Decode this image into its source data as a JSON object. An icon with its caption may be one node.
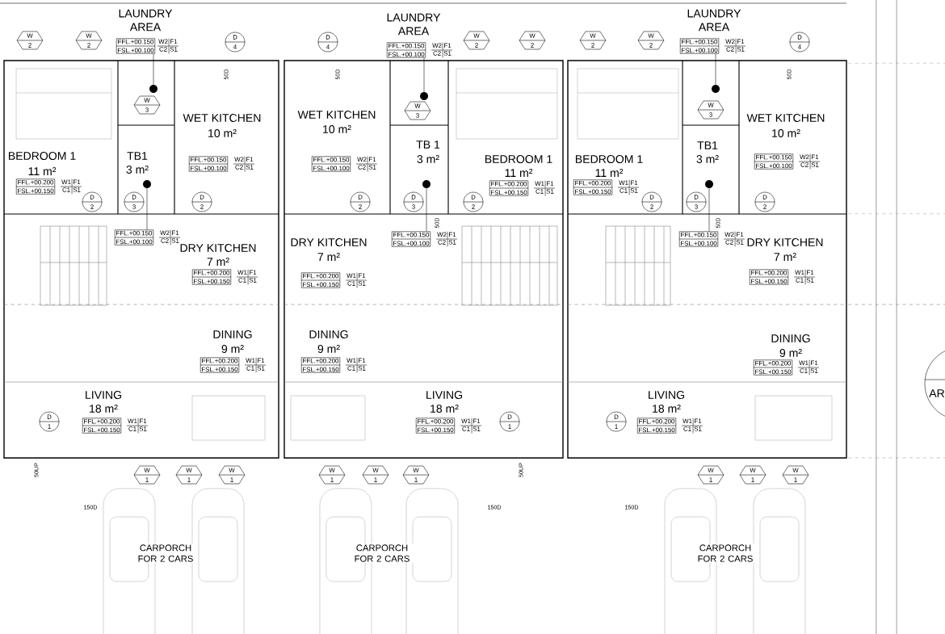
{
  "diagram": {
    "nodes": [
      {
        "text": [
          "W",
          "2"
        ]
      },
      {
        "text": [
          "W",
          "2"
        ]
      },
      {
        "text": [
          "FFL.+00.150",
          "FSL.+00.100"
        ],
        "beside": [
          "W2",
          "F1",
          "C2",
          "S1"
        ]
      },
      {
        "text": [
          "D",
          "4"
        ]
      },
      {
        "text": [],
        "shape": "circle"
      },
      {
        "text": [
          "W",
          "3"
        ]
      },
      {
        "text": [
          "FFL.+00.150",
          "FSL.+00.100"
        ],
        "beside": [
          "W2",
          "F1",
          "C2",
          "S1"
        ]
      },
      {
        "text": [
          "FFL.+00.200",
          "FSL.+00.150"
        ],
        "beside": [
          "W1",
          "F1",
          "C1",
          "S1"
        ]
      },
      {
        "text": [],
        "shape": "circle"
      },
      {
        "text": [
          "D",
          "2"
        ]
      },
      {
        "text": [
          "D",
          "3"
        ]
      },
      {
        "text": [
          "D",
          "2"
        ]
      },
      {
        "text": [
          "FFL.+00.150",
          "FSL.+00.100"
        ],
        "beside": [
          "W2",
          "F1",
          "C2",
          "S1"
        ]
      },
      {
        "text": [
          "FFL.+00.200",
          "FSL.+00.150"
        ],
        "beside": [
          "W1",
          "F1",
          "C1",
          "S1"
        ]
      },
      {
        "text": [
          "FFL.+00.200",
          "FSL.+00.150"
        ],
        "beside": [
          "W1",
          "F1",
          "C1",
          "S1"
        ]
      },
      {
        "text": [
          "FFL.+00.200",
          "FSL.+00.150"
        ],
        "beside": [
          "W1",
          "F1",
          "C1",
          "S1"
        ]
      },
      {
        "text": [
          "D",
          "1"
        ]
      },
      {
        "text": [
          "W",
          "1"
        ]
      },
      {
        "text": [
          "W",
          "1"
        ]
      },
      {
        "text": [
          "W",
          "1"
        ]
      },
      {
        "text": [
          "W",
          "2"
        ]
      },
      {
        "text": [
          "W",
          "2"
        ]
      },
      {
        "text": [
          "FFL.+00.150",
          "FSL.+00.100"
        ],
        "beside": [
          "W2",
          "F1",
          "C2",
          "S1"
        ]
      },
      {
        "text": [
          "D",
          "4"
        ]
      },
      {
        "text": [],
        "shape": "circle"
      },
      {
        "text": [
          "W",
          "3"
        ]
      },
      {
        "text": [
          "FFL.+00.150",
          "FSL.+00.100"
        ],
        "beside": [
          "W2",
          "F1",
          "C2",
          "S1"
        ]
      },
      {
        "text": [
          "FFL.+00.200",
          "FSL.+00.150"
        ],
        "beside": [
          "W1",
          "F1",
          "C1",
          "S1"
        ]
      },
      {
        "text": [],
        "shape": "circle"
      },
      {
        "text": [
          "D",
          "2"
        ]
      },
      {
        "text": [
          "D",
          "3"
        ]
      },
      {
        "text": [
          "D",
          "2"
        ]
      },
      {
        "text": [
          "FFL.+00.150",
          "FSL.+00.100"
        ],
        "beside": [
          "W2",
          "F1",
          "C2",
          "S1"
        ]
      },
      {
        "text": [
          "FFL.+00.200",
          "FSL.+00.150"
        ],
        "beside": [
          "W1",
          "F1",
          "C1",
          "S1"
        ]
      },
      {
        "text": [
          "FFL.+00.200",
          "FSL.+00.150"
        ],
        "beside": [
          "W1",
          "F1",
          "C1",
          "S1"
        ]
      },
      {
        "text": [
          "FFL.+00.200",
          "FSL.+00.150"
        ],
        "beside": [
          "W1",
          "F1",
          "C1",
          "S1"
        ]
      },
      {
        "text": [
          "D",
          "1"
        ]
      },
      {
        "text": [
          "W",
          "1"
        ]
      },
      {
        "text": [
          "W",
          "1"
        ]
      },
      {
        "text": [
          "W",
          "1"
        ]
      },
      {
        "text": [
          "W",
          "2"
        ]
      },
      {
        "text": [
          "W",
          "2"
        ]
      },
      {
        "text": [
          "FFL.+00.150",
          "FSL.+00.100"
        ],
        "beside": [
          "W2",
          "F1",
          "C2",
          "S1"
        ]
      },
      {
        "text": [
          "D",
          "4"
        ]
      },
      {
        "text": [],
        "shape": "circle"
      },
      {
        "text": [
          "W",
          "3"
        ]
      },
      {
        "text": [
          "FFL.+00.150",
          "FSL.+00.100"
        ],
        "beside": [
          "W2",
          "F1",
          "C2",
          "S1"
        ]
      },
      {
        "text": [
          "FFL.+00.200",
          "FSL.+00.150"
        ],
        "beside": [
          "W1",
          "F1",
          "C1",
          "S1"
        ]
      },
      {
        "text": [],
        "shape": "circle"
      },
      {
        "text": [
          "D",
          "2"
        ]
      },
      {
        "text": [
          "D",
          "3"
        ]
      },
      {
        "text": [
          "D",
          "2"
        ]
      },
      {
        "text": [
          "FFL.+00.150",
          "FSL.+00.100"
        ],
        "beside": [
          "W2",
          "F1",
          "C2",
          "S1"
        ]
      },
      {
        "text": [
          "FFL.+00.200",
          "FSL.+00.150"
        ],
        "beside": [
          "W1",
          "F1",
          "C1",
          "S1"
        ]
      },
      {
        "text": [
          "FFL.+00.200",
          "FSL.+00.150"
        ],
        "beside": [
          "W1",
          "F1",
          "C1",
          "S1"
        ]
      },
      {
        "text": [
          "FFL.+00.200",
          "FSL.+00.150"
        ],
        "beside": [
          "W1",
          "F1",
          "C1",
          "S1"
        ]
      },
      {
        "text": [
          "D",
          "1"
        ]
      },
      {
        "text": [
          "W",
          "1"
        ]
      },
      {
        "text": [
          "W",
          "1"
        ]
      },
      {
        "text": [
          "W",
          "1"
        ]
      }
    ],
    "edges": [
      {
        "from": 2,
        "to": 4,
        "arrow": "none"
      },
      {
        "from": 12,
        "to": 8,
        "arrow": "none"
      },
      {
        "from": 22,
        "to": 24,
        "arrow": "none"
      },
      {
        "from": 32,
        "to": 28,
        "arrow": "none"
      },
      {
        "from": 42,
        "to": 44,
        "arrow": "none"
      },
      {
        "from": 52,
        "to": 48,
        "arrow": "none"
      }
    ],
    "labels": [
      "LAUNDRY AREA",
      "WET KITCHEN",
      "10 m²",
      "BEDROOM 1",
      "11 m²",
      "TB1",
      "3 m²",
      "DRY KITCHEN",
      "7 m²",
      "DINING",
      "9 m²",
      "LIVING",
      "18 m²",
      "CARPORCH FOR 2 CARS",
      "50D",
      "50UP",
      "150D",
      "LAUNDRY AREA",
      "WET KITCHEN",
      "10 m²",
      "BEDROOM 1",
      "11 m²",
      "TB 1",
      "3 m²",
      "DRY KITCHEN",
      "7 m²",
      "DINING",
      "9 m²",
      "LIVING",
      "18 m²",
      "CARPORCH FOR 2 CARS",
      "50D",
      "50D",
      "50UP",
      "150D",
      "LAUNDRY AREA",
      "WET KITCHEN",
      "10 m²",
      "BEDROOM 1",
      "11 m²",
      "TB1",
      "3 m²",
      "DRY KITCHEN",
      "7 m²",
      "DINING",
      "9 m²",
      "LIVING",
      "18 m²",
      "CARPORCH FOR 2 CARS",
      "50D",
      "50D",
      "150D",
      "AR"
    ]
  }
}
